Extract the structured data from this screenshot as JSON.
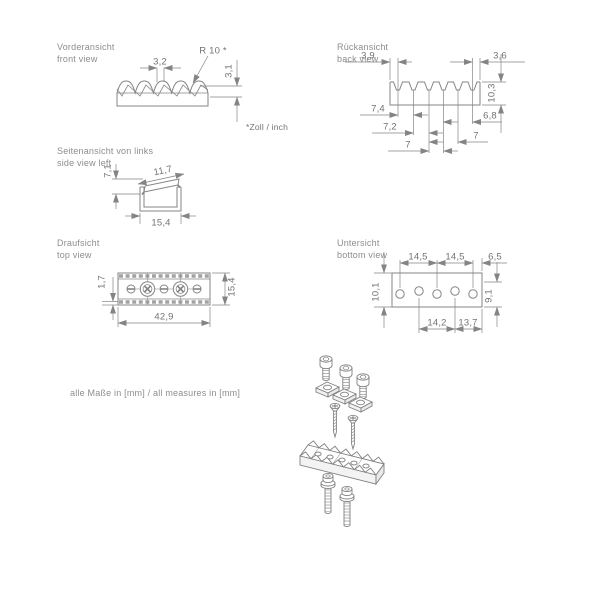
{
  "colors": {
    "background": "#ffffff",
    "line": "#848484",
    "text": "#7d7d7d"
  },
  "views": {
    "front": {
      "title_de": "Vorderansicht",
      "title_en": "front view",
      "dim_pitch": "3,2",
      "dim_radius": "R 10 *",
      "dim_height": "3,1",
      "footnote": "*Zoll / inch"
    },
    "back": {
      "title_de": "Rückansicht",
      "title_en": "back view",
      "dim_top_left": "3,9",
      "dim_top_right": "3,6",
      "dim_height": "10,3",
      "dim_row1_left": "7,4",
      "dim_row2_left": "7,2",
      "dim_row3_left": "7",
      "dim_row1_right": "6,8",
      "dim_row2_right": "7"
    },
    "side": {
      "title_de": "Seitenansicht von links",
      "title_en": "side view left",
      "dim_height": "7,1",
      "dim_slope": "11,7",
      "dim_width": "15,4"
    },
    "top": {
      "title_de": "Draufsicht",
      "title_en": "top view",
      "dim_edge": "1,7",
      "dim_depth": "15,4",
      "dim_width": "42,9"
    },
    "bottom": {
      "title_de": "Untersicht",
      "title_en": "bottom view",
      "dim_span_left": "14,5",
      "dim_span_right": "14,5",
      "dim_offset_right": "6,5",
      "dim_height_left": "10,1",
      "dim_height_right": "9,1",
      "dim_bottom_left": "14,2",
      "dim_bottom_right": "13,7"
    },
    "note": "alle Maße in [mm] / all measures in [mm]"
  }
}
